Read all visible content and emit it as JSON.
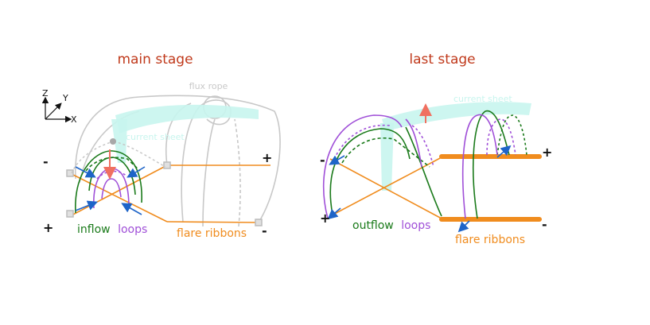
{
  "panels": [
    {
      "title": "main stage",
      "labels": {
        "flux_rope": "flux rope",
        "current_sheet": "current sheet",
        "loops_word1": "inflow",
        "loops_word2": "loops",
        "flare_ribbons": "flare ribbons"
      },
      "axes": {
        "z": "Z",
        "y": "Y",
        "x": "X"
      },
      "signs": {
        "upper_left": "-",
        "lower_left": "+",
        "upper_right": "+",
        "lower_right": "-"
      }
    },
    {
      "title": "last stage",
      "labels": {
        "current_sheet": "current sheet",
        "loops_word1": "outflow",
        "loops_word2": "loops",
        "flare_ribbons": "flare ribbons"
      },
      "signs": {
        "upper_left": "-",
        "lower_left": "+",
        "upper_right": "+",
        "lower_right": "-"
      }
    }
  ],
  "colors": {
    "title": "#c0391b",
    "green": "#1a7a1a",
    "purple": "#a050d8",
    "orange": "#f08c1e",
    "blue": "#1e64c8",
    "cyan": "#c8f5ee",
    "gray": "#c8c8c8",
    "red_arrow": "#f07060",
    "black": "#111111"
  }
}
